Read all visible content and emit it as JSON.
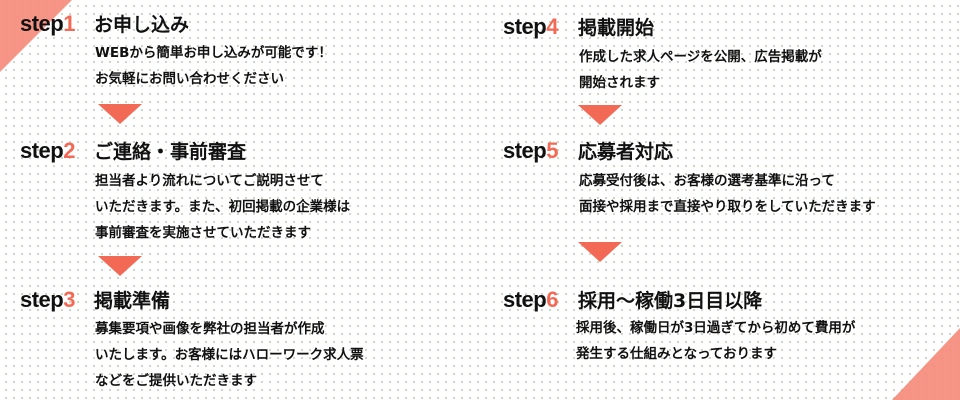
{
  "step_word": "step",
  "colors": {
    "accent": "#f26a55",
    "corner": "#f58a78"
  },
  "steps": [
    {
      "num": "1",
      "title": "お申し込み",
      "lines": [
        "WEBから簡単お申し込みが可能です！",
        "お気軽にお問い合わせください"
      ]
    },
    {
      "num": "2",
      "title": "ご連絡・事前審査",
      "lines": [
        "担当者より流れについてご説明させて",
        "いただきます。また、初回掲載の企業様は",
        "事前審査を実施させていただきます"
      ]
    },
    {
      "num": "3",
      "title": "掲載準備",
      "lines": [
        "募集要項や画像を弊社の担当者が作成",
        "いたします。お客様にはハローワーク求人票",
        "などをご提供いただきます"
      ]
    },
    {
      "num": "4",
      "title": "掲載開始",
      "lines": [
        "作成した求人ページを公開、広告掲載が",
        "開始されます"
      ]
    },
    {
      "num": "5",
      "title": "応募者対応",
      "lines": [
        "応募受付後は、お客様の選考基準に沿って",
        "面接や採用まで直接やり取りをしていただきます"
      ]
    },
    {
      "num": "6",
      "title": "採用～稼働3日目以降",
      "lines": [
        "採用後、稼働日が3日過ぎてから初めて費用が",
        "発生する仕組みとなっております"
      ]
    }
  ]
}
